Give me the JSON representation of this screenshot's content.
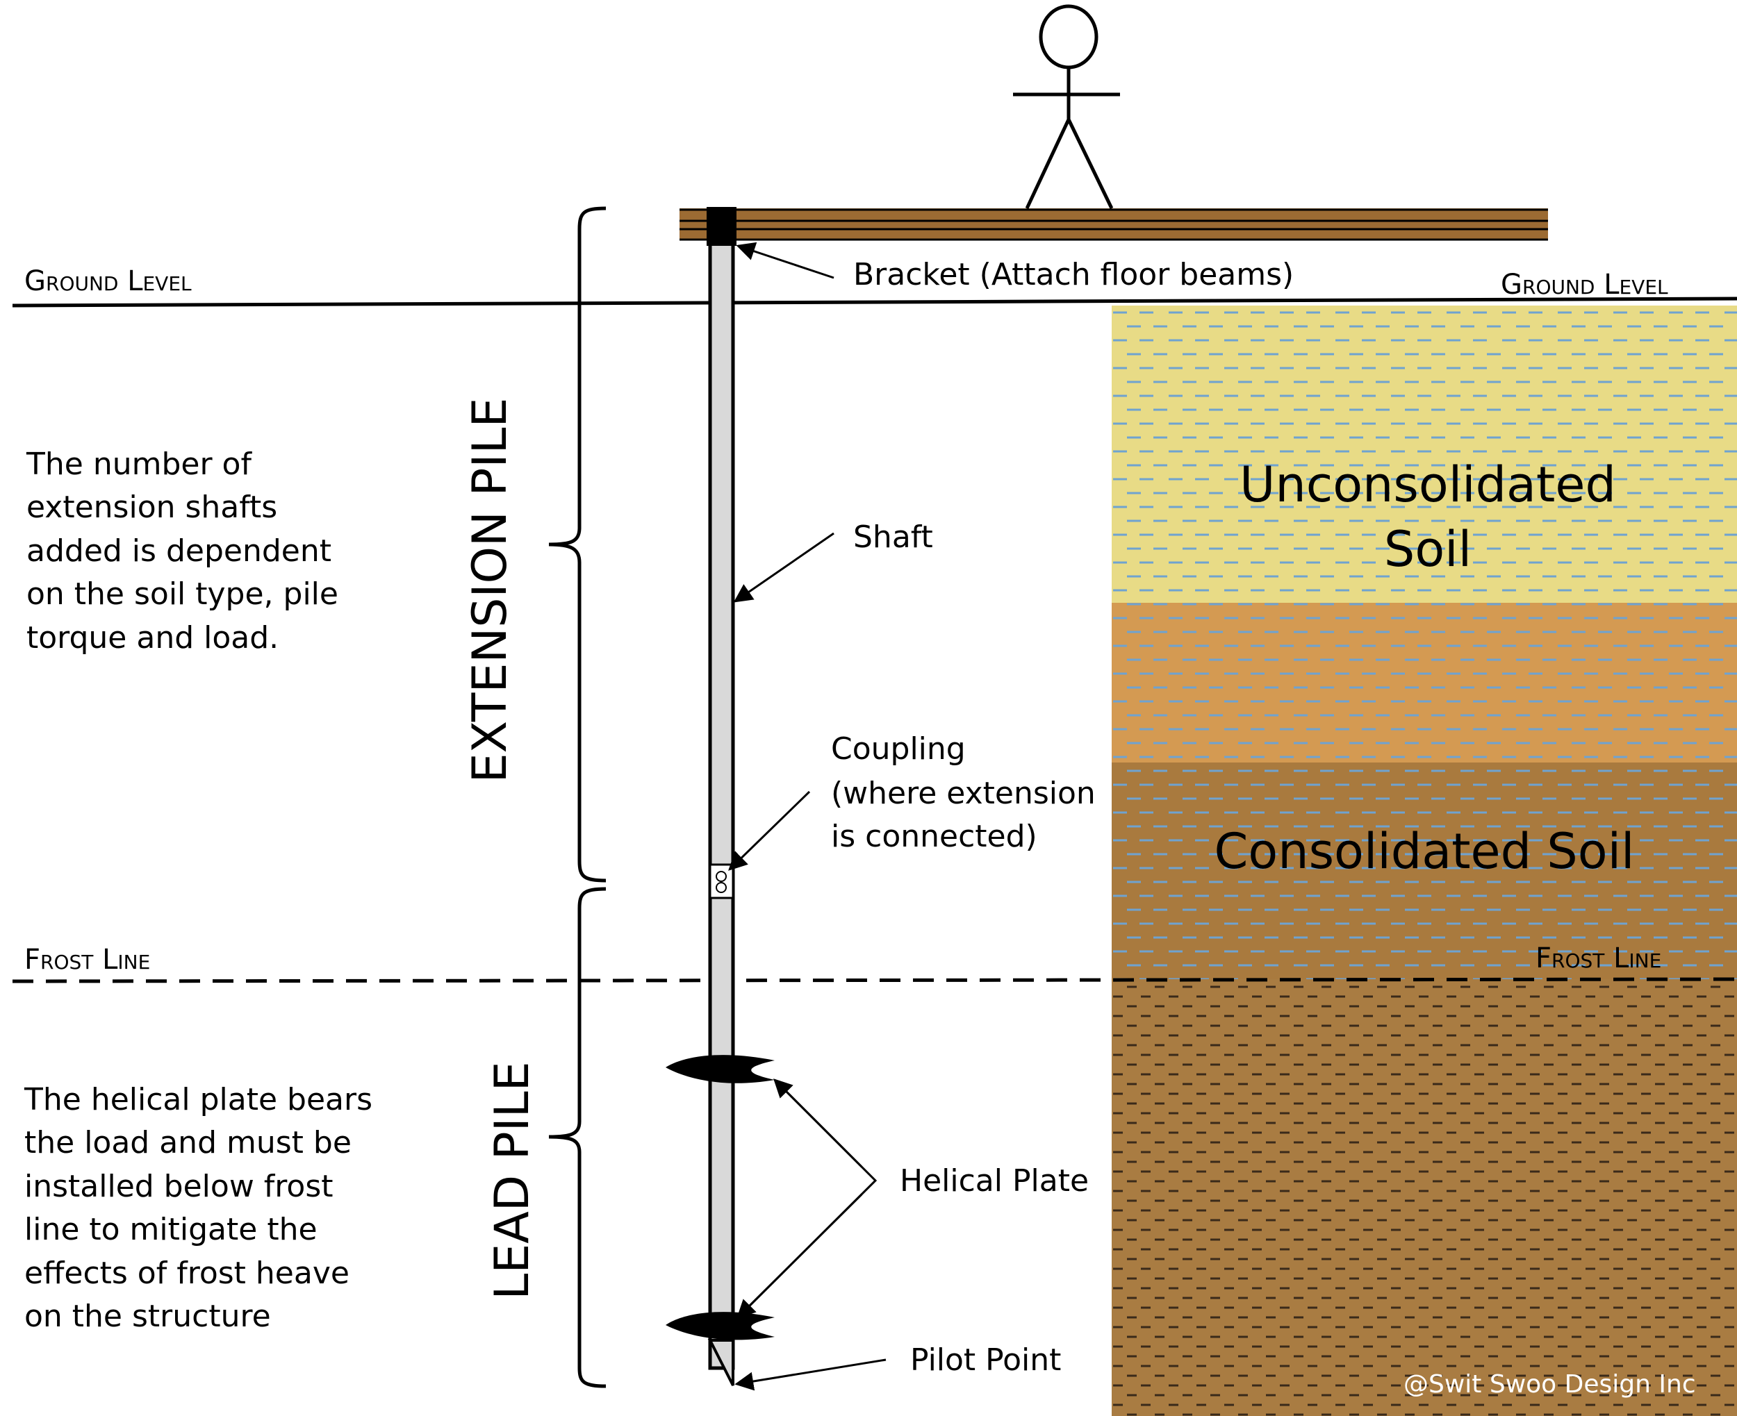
{
  "labels": {
    "ground_level_left": "Ground Level",
    "ground_level_right": "Ground Level",
    "frost_line_left": "Frost Line",
    "frost_line_right": "Frost Line",
    "bracket": "Bracket (Attach floor beams)",
    "shaft": "Shaft",
    "coupling": [
      "Coupling",
      "(where extension",
      "is connected)"
    ],
    "helical_plate": "Helical Plate",
    "pilot_point": "Pilot Point",
    "extension_pile": "EXTENSION PILE",
    "lead_pile": "LEAD PILE",
    "unconsolidated_soil": [
      "Unconsolidated",
      "Soil"
    ],
    "consolidated_soil": "Consolidated Soil",
    "copyright": "@Swit Swoo Design Inc"
  },
  "notes": {
    "extension": [
      "The number of",
      "extension shafts",
      "added is dependent",
      "on the soil type, pile",
      "torque and load."
    ],
    "helical": [
      "The helical plate bears",
      "the load and must be",
      "installed below frost",
      "line to mitigate the",
      "effects of frost heave",
      "on the structure"
    ]
  },
  "colors": {
    "unconsolidated": "#E8DB86",
    "upper_consolidated": "#D49A52",
    "lower_consolidated": "#A97A3E",
    "deep_soil": "#A97C42",
    "dash_light": "#6FA3D0",
    "dash_dark": "#3A2A1A",
    "beam": "#9C6B33",
    "shaft": "#D9D9D9"
  }
}
